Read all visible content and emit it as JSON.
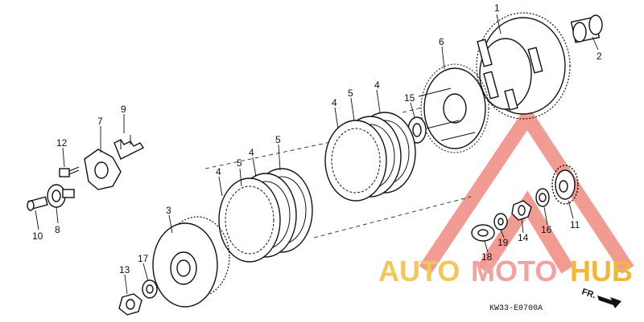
{
  "diagram": {
    "part_labels": [
      "1",
      "2",
      "3",
      "4",
      "4",
      "4",
      "4",
      "5",
      "5",
      "5",
      "6",
      "7",
      "8",
      "9",
      "10",
      "11",
      "12",
      "13",
      "14",
      "15",
      "16",
      "17",
      "18",
      "19"
    ],
    "watermark": {
      "brand_part1": "AUTO",
      "brand_part2": "MOTO",
      "brand_part3": "HUB",
      "colors": {
        "triangle": "#f08a80",
        "auto": "#f3c65c",
        "moto": "#f0a3a0",
        "hub": "#f2b73a"
      }
    },
    "direction_label": "FR.",
    "diagram_code": "KW33-E0700A"
  }
}
